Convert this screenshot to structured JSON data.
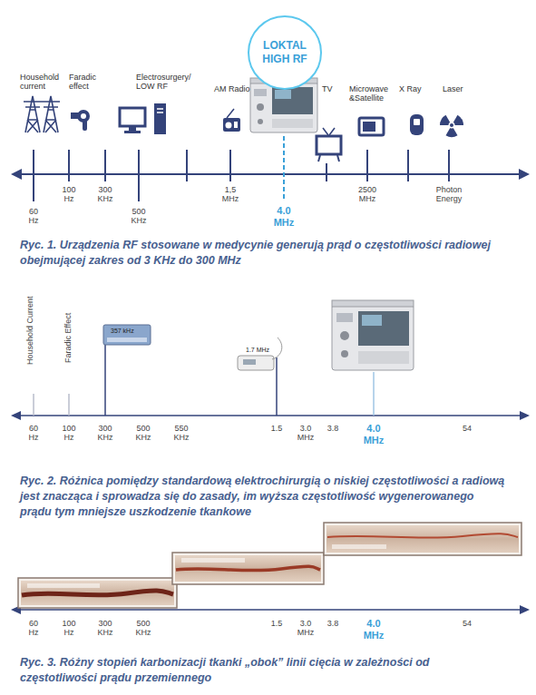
{
  "diagram": {
    "nodes": [
      {
        "text": [
          "LOKTAL HIGH RF"
        ]
      }
    ],
    "labels": [
      "Household current",
      "Faradic effect",
      "Electrosurgery/ LOW RF",
      "AM Radio",
      "TV",
      "Microwave &Satellite",
      "X Ray",
      "Laser",
      "60 Hz",
      "100 Hz",
      "300 KHz",
      "500 KHz",
      "1,5 MHz",
      "4.0 MHz",
      "2500 MHz",
      "Photon Energy",
      "Ryc. 1. Urządzenia RF stosowane w medycynie generują prąd o częstotliwości radiowej obejmującej zakres od 3 KHz do 300 MHz",
      "Household Current",
      "Faradic Effect",
      "357 kHz",
      "1.7 MHz",
      "60 Hz",
      "100 Hz",
      "300 KHz",
      "500 KHz",
      "550 KHz",
      "1.5",
      "3.0 MHz",
      "3.8",
      "4.0 MHz",
      "54",
      "Ryc. 2. Różnica pomiędzy standardową elektrochirurgią o niskiej częstotliwości a radiową jest znacząca i sprowadza się do zasady, im wyższa częstotliwość wygenerowanego prądu tym mniejsze uszkodzenie tkankowe",
      "60 Hz",
      "100 Hz",
      "300 KHz",
      "500 KHz",
      "1.5",
      "3.0 MHz",
      "3.8",
      "4.0 MHz",
      "54",
      "Ryc. 3. Różny stopień karbonizacji tkanki „obok” linii cięcia w zależności od częstotliwości prądu przemiennego"
    ]
  }
}
